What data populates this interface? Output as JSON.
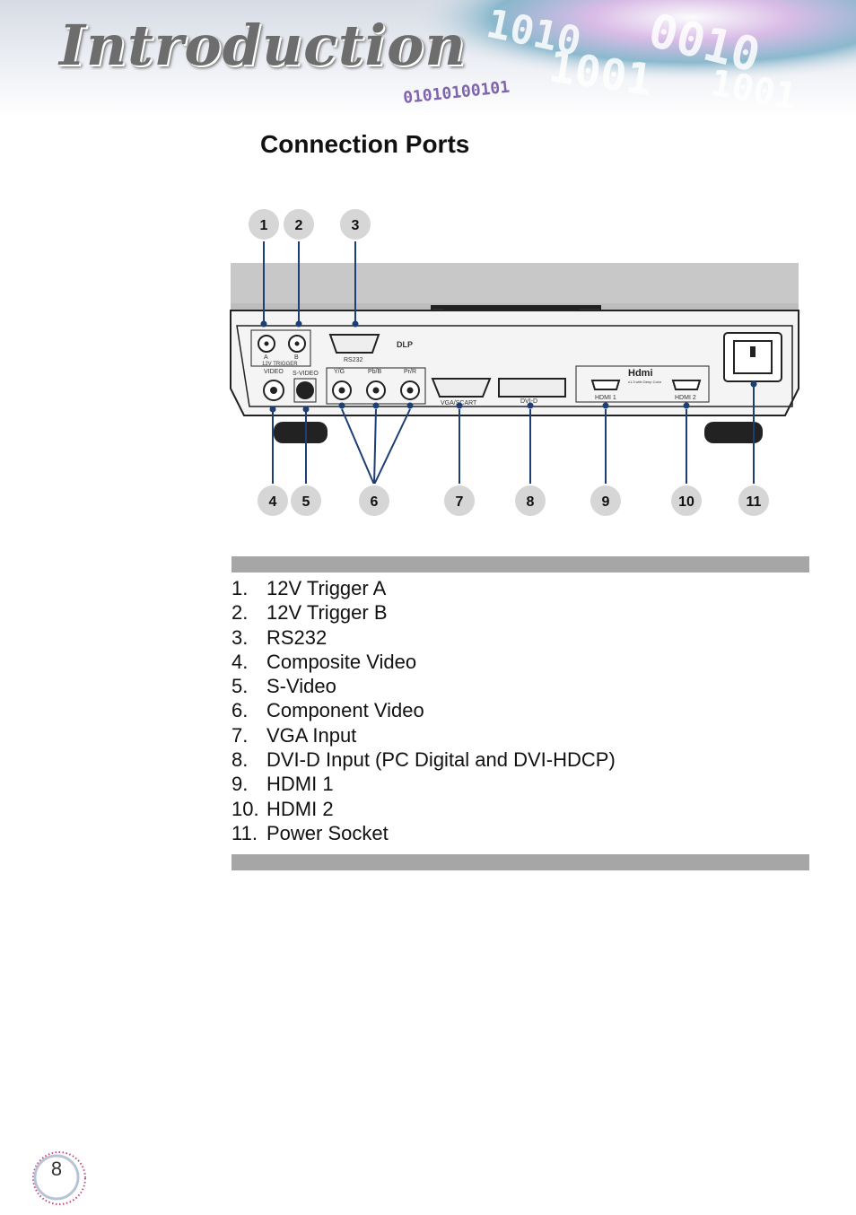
{
  "header": {
    "title": "Introduction",
    "binary_art": [
      "1010",
      "1001",
      "0010",
      "1001",
      "01010100101"
    ]
  },
  "section_title": "Connection Ports",
  "callouts": [
    "1",
    "2",
    "3",
    "4",
    "5",
    "6",
    "7",
    "8",
    "9",
    "10",
    "11"
  ],
  "panel_labels": {
    "a": "A",
    "b": "B",
    "trigger": "12V TRIGGER",
    "rs232": "RS232",
    "video": "VIDEO",
    "svideo": "S-VIDEO",
    "yg": "Y/G",
    "pbb": "Pb/B",
    "prr": "Pr/R",
    "vga": "VGA/SCART",
    "dvi": "DVI-D",
    "hdmi1": "HDMI 1",
    "hdmi2": "HDMI 2",
    "hdmi_logo": "Hdmi",
    "hdmi_note": "v1.3  with Deep Color",
    "dlp": "DLP"
  },
  "ports": [
    {
      "num": "1.",
      "label": "12V Trigger A"
    },
    {
      "num": "2.",
      "label": "12V Trigger B"
    },
    {
      "num": "3.",
      "label": "RS232"
    },
    {
      "num": "4.",
      "label": "Composite Video"
    },
    {
      "num": "5.",
      "label": "S-Video"
    },
    {
      "num": "6.",
      "label": "Component Video"
    },
    {
      "num": "7.",
      "label": "VGA Input"
    },
    {
      "num": "8.",
      "label": "DVI-D Input (PC Digital and DVI-HDCP)"
    },
    {
      "num": "9.",
      "label": "HDMI 1"
    },
    {
      "num": "10.",
      "label": "HDMI 2"
    },
    {
      "num": "11.",
      "label": "Power Socket"
    }
  ],
  "page_number": "8"
}
